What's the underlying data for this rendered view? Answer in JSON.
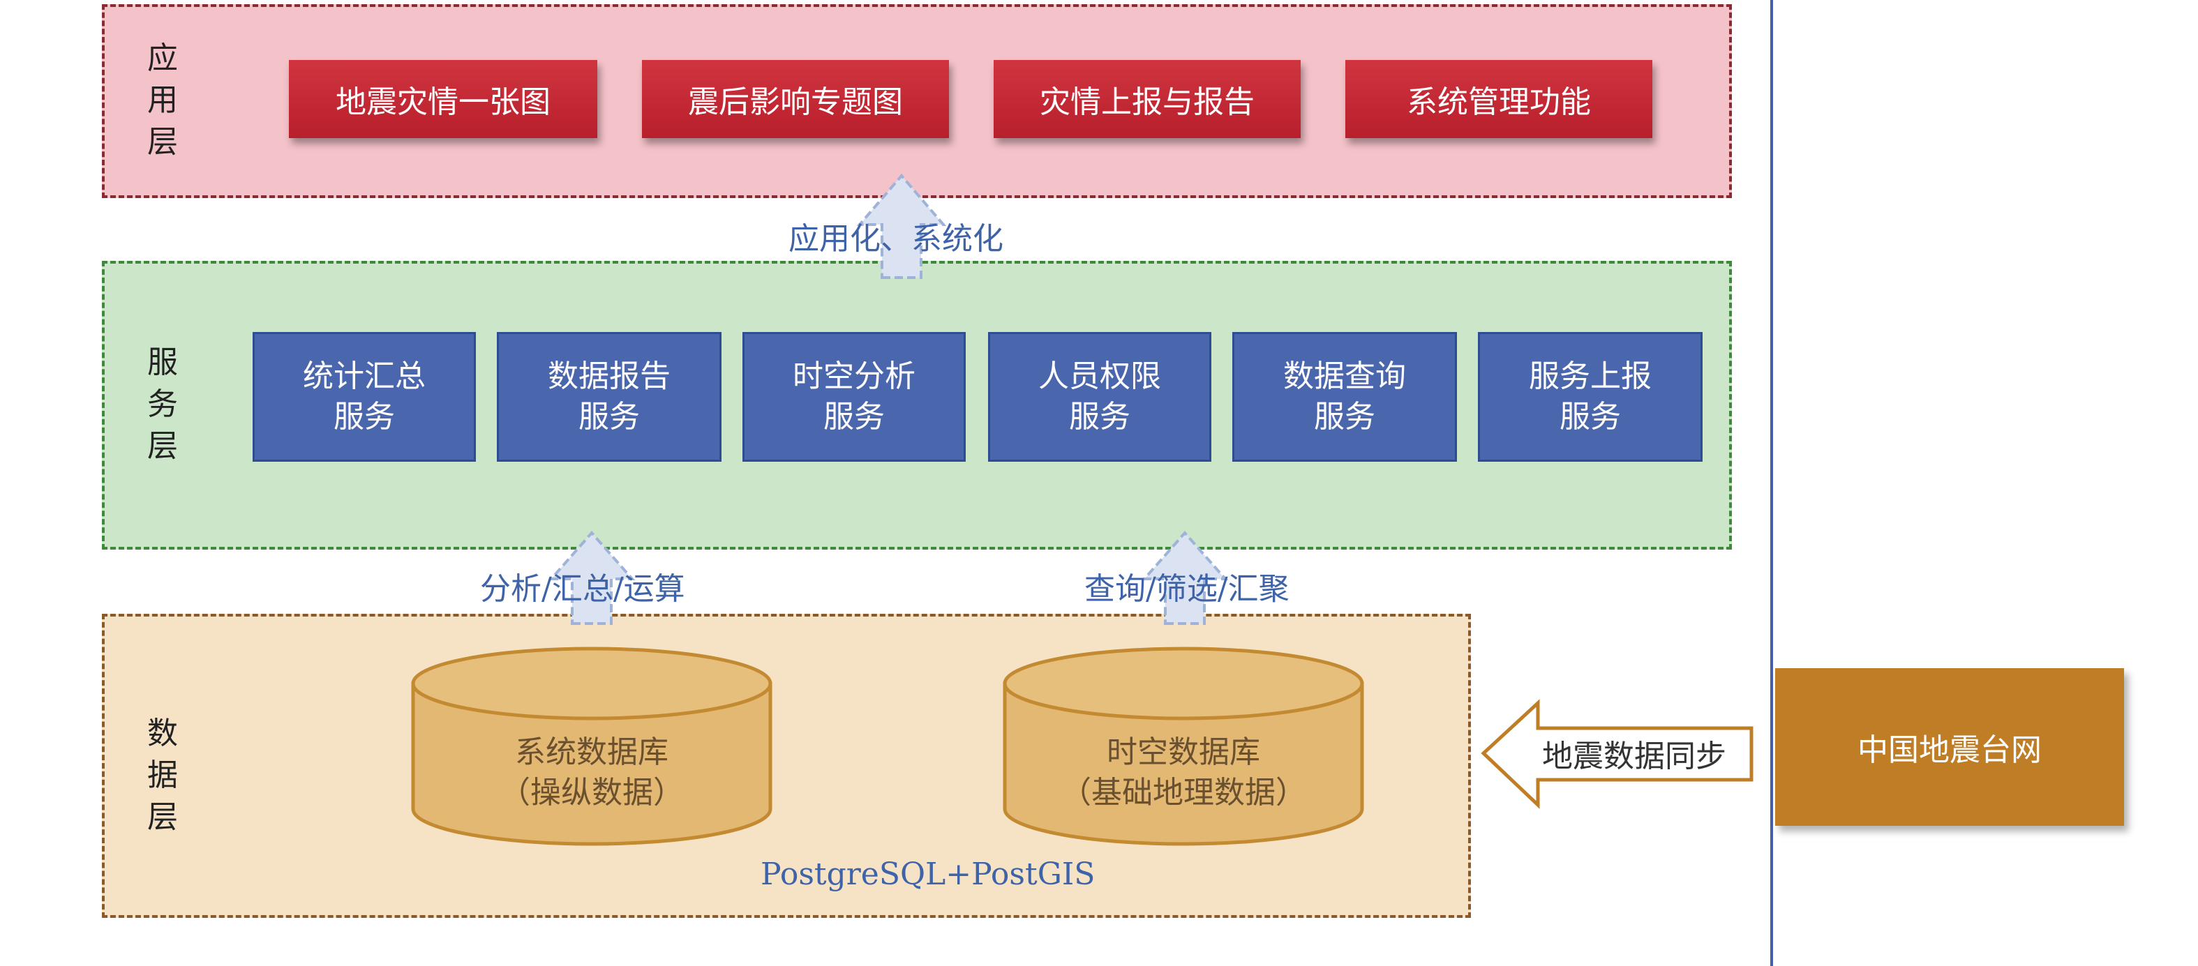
{
  "app_layer": {
    "label": "应\n用\n层",
    "items": [
      "地震灾情一张图",
      "震后影响专题图",
      "灾情上报与报告",
      "系统管理功能"
    ]
  },
  "service_layer": {
    "label": "服\n务\n层",
    "items": [
      {
        "line1": "统计汇总",
        "line2": "服务"
      },
      {
        "line1": "数据报告",
        "line2": "服务"
      },
      {
        "line1": "时空分析",
        "line2": "服务"
      },
      {
        "line1": "人员权限",
        "line2": "服务"
      },
      {
        "line1": "数据查询",
        "line2": "服务"
      },
      {
        "line1": "服务上报",
        "line2": "服务"
      }
    ]
  },
  "data_layer": {
    "label": "数\n据\n层",
    "databases": [
      {
        "line1": "系统数据库",
        "line2": "（操纵数据）"
      },
      {
        "line1": "时空数据库",
        "line2": "（基础地理数据）"
      }
    ],
    "engine": "PostgreSQL+PostGIS"
  },
  "flows": {
    "service_to_app": "应用化、系统化",
    "data_to_service_left": "分析/汇总/运算",
    "data_to_service_right": "查询/筛选/汇聚"
  },
  "external": {
    "sync_label": "地震数据同步",
    "source": "中国地震台网"
  },
  "colors": {
    "app_layer_bg": "#f4c2c9",
    "service_layer_bg": "#cce6c9",
    "data_layer_bg": "#f6e3c6",
    "app_button": "#c52834",
    "service_box": "#4a67ae",
    "database": "#e2b872",
    "source_box": "#bf7d26"
  }
}
